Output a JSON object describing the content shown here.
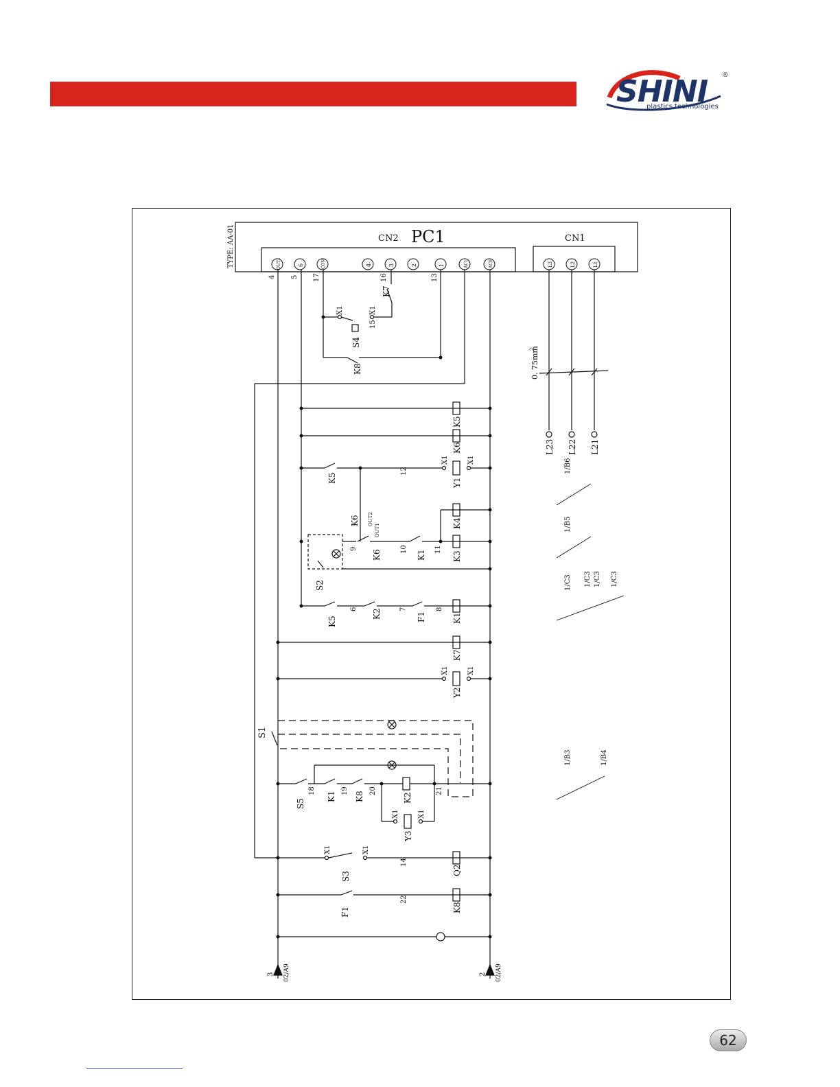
{
  "logo": {
    "brand": "SHINI",
    "tagline": "plastics technologies",
    "registered": "®"
  },
  "page_number": "62",
  "diagram": {
    "type_label": "TYPE: AA-01",
    "controller": "PC1",
    "connector_cn2": "CN2",
    "connector_cn1": "CN1",
    "cn2_pins": [
      "OUT1",
      "6",
      "COM",
      "4",
      "3",
      "2",
      "1",
      "AC1",
      "AC0"
    ],
    "cn1_pins": [
      "L3",
      "L2",
      "L1"
    ],
    "wire_spec": "0. 75mm",
    "wire_spec_sup": "2",
    "supply_terminals": [
      "L23",
      "L22",
      "L21"
    ],
    "supply_in_left": "3",
    "supply_in_right": "2",
    "supply_ref": "02/A9",
    "components": {
      "K8": "K8",
      "S4": "S4",
      "K7": "K7",
      "X1": "X1",
      "K5": "K5",
      "K6": "K6",
      "Y1": "Y1",
      "K4": "K4",
      "K3": "K3",
      "K1": "K1",
      "S2": "S2",
      "K2": "K2",
      "F1": "F1",
      "Y2": "Y2",
      "S1": "S1",
      "S5": "S5",
      "Y3": "Y3",
      "S3": "S3",
      "Q2": "Q2",
      "OUT1": "OUT1",
      "OUT2": "OUT2"
    },
    "wire_numbers": [
      "4",
      "5",
      "17",
      "16",
      "13",
      "15",
      "12",
      "9",
      "10",
      "11",
      "6",
      "7",
      "8",
      "18",
      "19",
      "20",
      "21",
      "14",
      "22"
    ],
    "contact_refs": [
      "1/B6",
      "1/B5",
      "1/C3",
      "1/C3",
      "1/C3",
      "1/C3",
      "1/B3",
      "1/B4"
    ]
  },
  "colors": {
    "header_red": "#d9241b",
    "logo_blue": "#1e3466",
    "logo_red": "#d9241b"
  }
}
